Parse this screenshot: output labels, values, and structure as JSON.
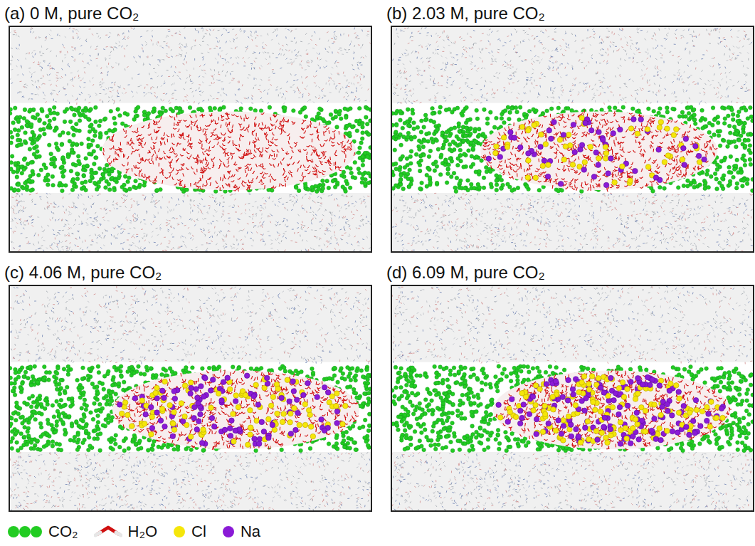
{
  "diagram": {
    "nodes": [
      {
        "text": [
          "(a) 0 M, pure CO₂"
        ]
      },
      {
        "text": [
          "(b) 2.03 M, pure CO₂"
        ]
      },
      {
        "text": [
          "(c) 4.06 M, pure CO₂"
        ]
      },
      {
        "text": [
          "(d) 6.09 M, pure CO₂"
        ]
      }
    ],
    "legend": [
      {
        "text": "CO₂",
        "color": "#22cc22"
      },
      {
        "text": "H₂O"
      },
      {
        "text": "Cl",
        "color": "#f5e60a"
      },
      {
        "text": "Na",
        "color": "#8a1ad6"
      }
    ]
  }
}
